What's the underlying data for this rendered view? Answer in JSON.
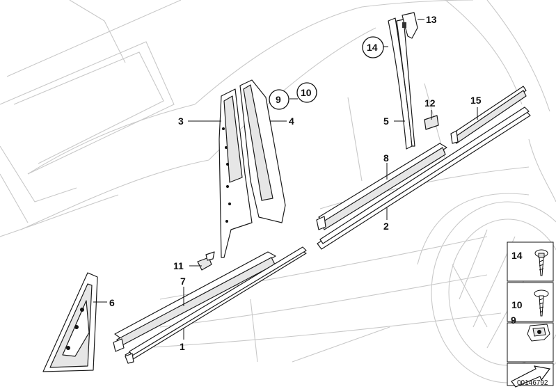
{
  "diagram": {
    "drawing_number": "00146792",
    "callouts": {
      "c1": "1",
      "c2": "2",
      "c3": "3",
      "c4": "4",
      "c5": "5",
      "c6": "6",
      "c7": "7",
      "c8": "8",
      "c9": "9",
      "c10": "10",
      "c11": "11",
      "c12": "12",
      "c13": "13",
      "c14": "14",
      "c15": "15"
    },
    "legend": {
      "row1": "14",
      "row2": "10",
      "row3": "9"
    },
    "circled_callouts": [
      "9",
      "10",
      "14"
    ]
  }
}
